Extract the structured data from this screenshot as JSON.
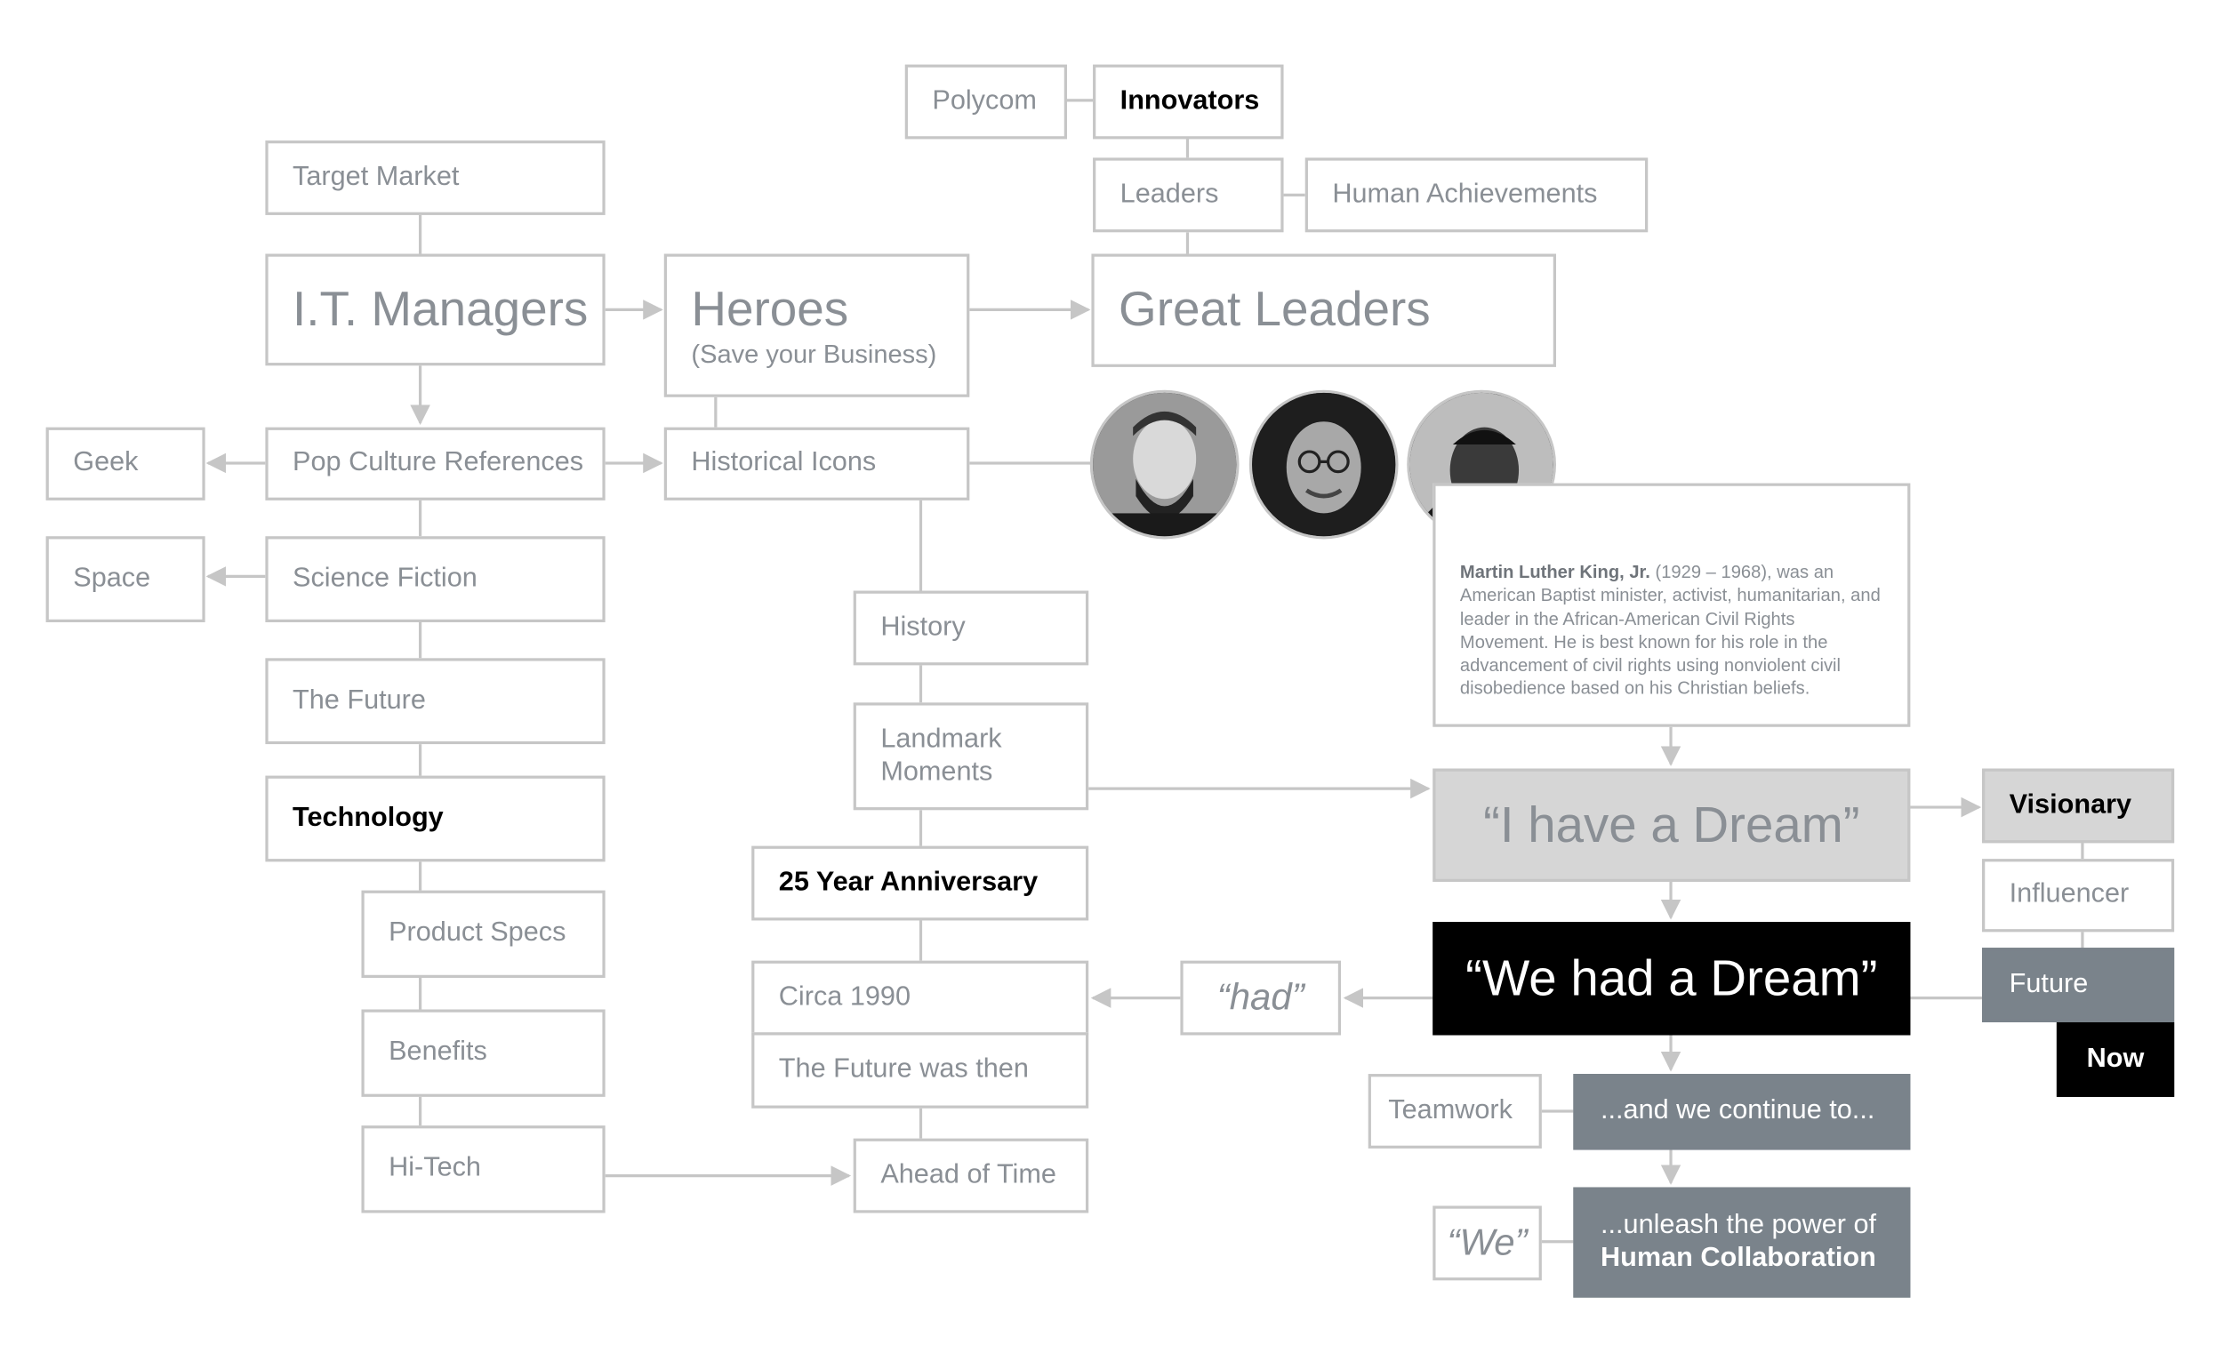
{
  "nodes": {
    "polycom": "Polycom",
    "innovators": "Innovators",
    "leaders": "Leaders",
    "human_achievements": "Human Achievements",
    "target_market": "Target Market",
    "it_managers": "I.T. Managers",
    "heroes_title": "Heroes",
    "heroes_sub": "(Save your Business)",
    "great_leaders": "Great Leaders",
    "geek": "Geek",
    "pop_culture": "Pop Culture References",
    "historical_icons": "Historical Icons",
    "space": "Space",
    "science_fiction": "Science Fiction",
    "history": "History",
    "the_future": "The Future",
    "landmark_line1": "Landmark",
    "landmark_line2": "Moments",
    "technology": "Technology",
    "anniversary": "25 Year Anniversary",
    "product_specs": "Product Specs",
    "circa_1990": "Circa 1990",
    "future_was_then": "The Future was then",
    "benefits": "Benefits",
    "hi_tech": "Hi-Tech",
    "ahead_of_time": "Ahead of Time",
    "i_have_a_dream": "“I have a Dream”",
    "visionary": "Visionary",
    "influencer": "Influencer",
    "future": "Future",
    "now": "Now",
    "we_had_a_dream": "“We had a Dream”",
    "had": "“had”",
    "teamwork": "Teamwork",
    "continue": "...and we continue to...",
    "we": "“We”",
    "unleash_line1": "...unleash the power of",
    "unleash_line2": "Human Collaboration"
  },
  "bio": {
    "name": "Martin Luther King, Jr.",
    "text": " (1929 – 1968), was an American Baptist minister, activist, humanitarian, and leader in the African-American Civil Rights Movement. He is best known for his role in the advancement of civil rights using nonviolent civil disobedience based on his Christian beliefs."
  },
  "portraits": [
    "abraham-lincoln-portrait",
    "mahatma-gandhi-portrait",
    "martin-luther-king-portrait"
  ],
  "colors": {
    "line": "#c6c6c6",
    "text_grey": "#8a8f95",
    "slate": "#7a838b",
    "light_grey": "#d6d6d6",
    "black": "#000000"
  }
}
